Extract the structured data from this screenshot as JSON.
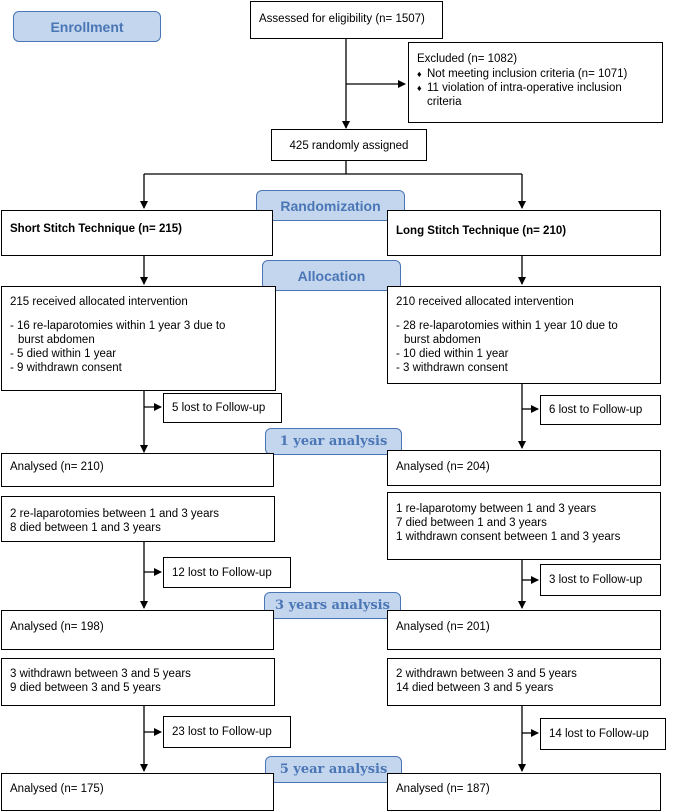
{
  "stages": {
    "enrollment": "Enrollment",
    "randomization": "Randomization",
    "allocation": "Allocation",
    "year1": "1 year analysis",
    "year3": "3 years analysis",
    "year5": "5 year analysis"
  },
  "assessed": "Assessed for eligibility (n= 1507)",
  "excluded": {
    "title": "Excluded  (n= 1082)",
    "bullet_char": "♦",
    "item1": "Not meeting inclusion criteria (n= 1071)",
    "item2_line1": "11 violation of intra-operative inclusion",
    "item2_line2": "criteria"
  },
  "randomized": "425 randomly assigned",
  "short": {
    "title": "Short Stitch Technique (n= 215)",
    "received": "215 received allocated intervention",
    "relap_line1": "- 16 re-laparotomies within 1 year 3 due to",
    "relap_line2": "burst abdomen",
    "died": "- 5 died within 1 year",
    "withdrawn": "- 9 withdrawn consent",
    "lost1": "5 lost to Follow-up",
    "analysed1": "Analysed  (n= 210)",
    "mid1_line1": "2 re-laparotomies between 1 and 3 years",
    "mid1_line2": "8 died between 1 and 3 years",
    "lost3": "12 lost to Follow-up",
    "analysed3": "Analysed  (n= 198)",
    "mid3_line1": "3 withdrawn between 3 and 5 years",
    "mid3_line2": "9 died between 3 and 5 years",
    "lost5": "23 lost to Follow-up",
    "analysed5": "Analysed  (n= 175)"
  },
  "long": {
    "title": "Long Stitch Technique (n= 210)",
    "received": "210 received allocated intervention",
    "relap_line1": "- 28 re-laparotomies within 1 year 10 due to",
    "relap_line2": "burst abdomen",
    "died": "- 10 died within 1 year",
    "withdrawn": "- 3 withdrawn consent",
    "lost1": "6 lost to Follow-up",
    "analysed1": "Analysed  (n= 204)",
    "mid1_line1": "1 re-laparotomy between 1 and 3 years",
    "mid1_line2": "7 died between 1 and 3 years",
    "mid1_line3": "1 withdrawn consent between 1 and 3 years",
    "lost3": "3 lost to Follow-up",
    "analysed3": "Analysed  (n= 201)",
    "mid3_line1": "2 withdrawn between 3 and 5 years",
    "mid3_line2": "14 died between 3 and 5 years",
    "lost5": "14 lost to Follow-up",
    "analysed5": "Analysed  (n= 187)"
  }
}
